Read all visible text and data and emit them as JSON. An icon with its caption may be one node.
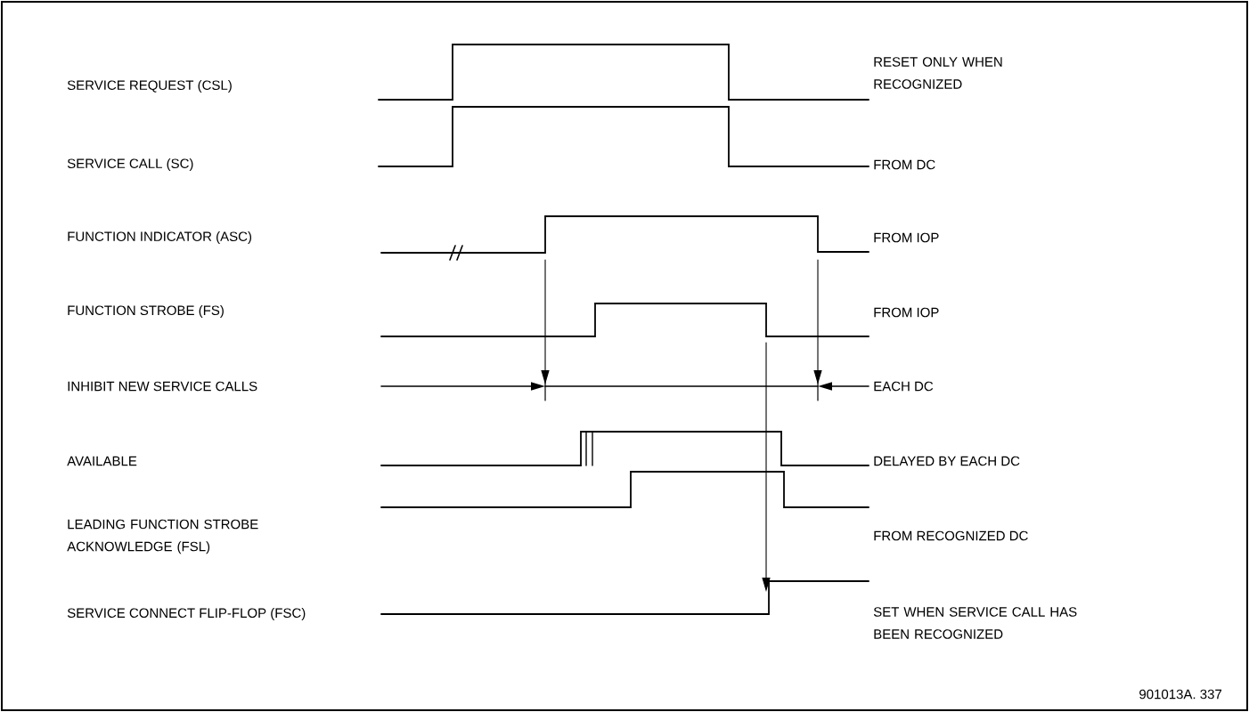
{
  "diagram": {
    "labels": [
      "SERVICE REQUEST (CSL)",
      "RESET ONLY WHEN RECOGNIZED",
      "SERVICE CALL (SC)",
      "FROM DC",
      "FUNCTION INDICATOR (ASC)",
      "FROM IOP",
      "FUNCTION STROBE (FS)",
      "FROM IOP",
      "INHIBIT NEW SERVICE CALLS",
      "EACH DC",
      "AVAILABLE",
      "DELAYED BY EACH DC",
      "LEADING FUNCTION STROBE ACKNOWLEDGE (FSL)",
      "FROM RECOGNIZED DC",
      "SERVICE CONNECT FLIP-FLOP (FSC)",
      "SET WHEN SERVICE CALL HAS BEEN RECOGNIZED",
      "901013A. 337"
    ]
  }
}
